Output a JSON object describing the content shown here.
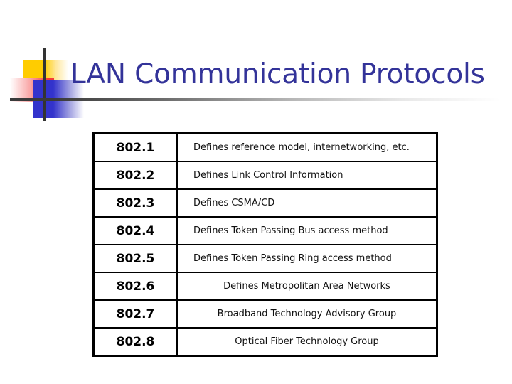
{
  "slide": {
    "title": "LAN Communication Protocols",
    "title_color": "#333399",
    "background_color": "#FFFFFF"
  },
  "logo": {
    "name": "powerpoint-decorative-mark",
    "yellow": "#FFCC00",
    "red": "#F43A3A",
    "blue": "#3333CC",
    "rule_color": "#3A3A3A"
  },
  "table": {
    "columns": [
      "standard",
      "description"
    ],
    "rows": [
      {
        "standard": "802.1",
        "description": "Defines reference model, internetworking, etc.",
        "align": "left"
      },
      {
        "standard": "802.2",
        "description": "Defines Link Control Information",
        "align": "left"
      },
      {
        "standard": "802.3",
        "description": "Defines CSMA/CD",
        "align": "left"
      },
      {
        "standard": "802.4",
        "description": "Defines Token Passing Bus access method",
        "align": "left"
      },
      {
        "standard": "802.5",
        "description": "Defines Token Passing Ring access method",
        "align": "left"
      },
      {
        "standard": "802.6",
        "description": "Defines Metropolitan Area Networks",
        "align": "center"
      },
      {
        "standard": "802.7",
        "description": "Broadband Technology Advisory Group",
        "align": "center"
      },
      {
        "standard": "802.8",
        "description": "Optical Fiber Technology Group",
        "align": "center"
      }
    ]
  }
}
